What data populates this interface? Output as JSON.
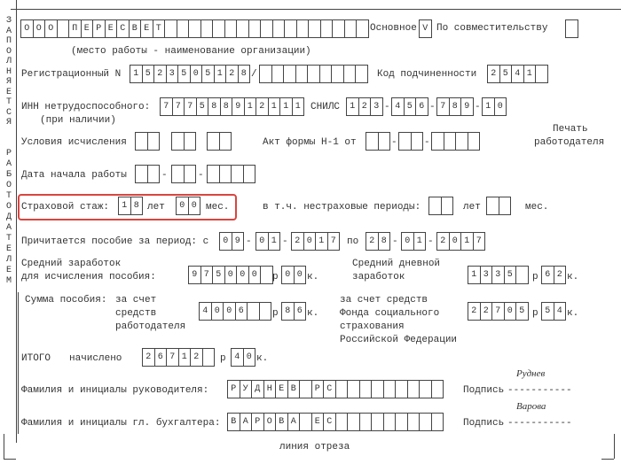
{
  "side_label_1": [
    "З",
    "А",
    "П",
    "О",
    "Л",
    "Н",
    "Я",
    "Е",
    "Т",
    "С",
    "Я"
  ],
  "side_label_2": [
    "Р",
    "А",
    "Б",
    "О",
    "Т",
    "О",
    "Д",
    "А",
    "Т",
    "Е",
    "Л",
    "Е",
    "М"
  ],
  "org": {
    "name_cells": "ООО ПЕРЕСВЕТ                 ",
    "main_label": "Основное",
    "main_value": "V",
    "part_time_label": "По совместительству",
    "part_time_value": " ",
    "caption": "(место работы - наименование организации)"
  },
  "registration": {
    "label": "Регистрационный N",
    "number": "1523505128",
    "slash": "/",
    "extra": "         ",
    "subordination_label": "Код подчиненности",
    "subordination": "2541 "
  },
  "inn": {
    "label": "ИНН нетрудоспособного:",
    "note": "(при наличии)",
    "value": "777588912111",
    "snils_label": "СНИЛС",
    "snils_1": "123",
    "snils_2": "456",
    "snils_3": "789",
    "snils_4": "10",
    "dash": "-"
  },
  "conditions": {
    "label": "Условия исчисления",
    "c1": "  ",
    "c2": "  ",
    "c3": "  ",
    "act_label": "Акт формы Н-1 от",
    "act_d": "  ",
    "act_m": "  ",
    "act_y": "    ",
    "stamp_line1": "Печать",
    "stamp_line2": "работодателя"
  },
  "start_date": {
    "label": "Дата начала работы",
    "d": "  ",
    "m": "  ",
    "y": "    "
  },
  "insurance": {
    "label": "Страховой стаж:",
    "years": "18",
    "years_label": "лет",
    "months": "00",
    "months_label": "мес.",
    "non_label": "в т.ч. нестраховые периоды:",
    "non_years": "  ",
    "non_months": "  "
  },
  "period": {
    "label": "Причитается пособие за период: с",
    "from_d": "09",
    "from_m": "01",
    "from_y": "2017",
    "to_label": "по",
    "to_d": "28",
    "to_m": "01",
    "to_y": "2017"
  },
  "avg": {
    "label1": "Средний заработок",
    "label2": "для исчисления пособия:",
    "rub": "975000 ",
    "kop": "00",
    "r": "р",
    "k": "к.",
    "daily_label1": "Средний дневной",
    "daily_label2": "заработок",
    "daily_rub": "1335 ",
    "daily_kop": "62"
  },
  "benefit": {
    "label": "Сумма пособия:",
    "employer_1": "за счет",
    "employer_2": "средств",
    "employer_3": "работодателя",
    "employer_rub": "4006  ",
    "employer_kop": "86",
    "fund_1": "за счет средств",
    "fund_2": "Фонда социального",
    "fund_3": "страхования",
    "fund_4": "Российской Федерации",
    "fund_rub": "22705",
    "fund_kop": "54"
  },
  "total": {
    "label": "ИТОГО",
    "accrued": "начислено",
    "rub": "26712 ",
    "kop": "40"
  },
  "manager": {
    "label": "Фамилия и инициалы руководителя:",
    "name": "РУДНЕВ РС         ",
    "sign_label": "Подпись",
    "sign_line": "-----------",
    "signature": "Руднев"
  },
  "accountant": {
    "label": "Фамилия и инициалы гл. бухгалтера:",
    "name": "ВАРОВА ЕС         ",
    "sign_label": "Подпись",
    "sign_line": "-----------",
    "signature": "Варова"
  },
  "cut_line": "линия отреза"
}
